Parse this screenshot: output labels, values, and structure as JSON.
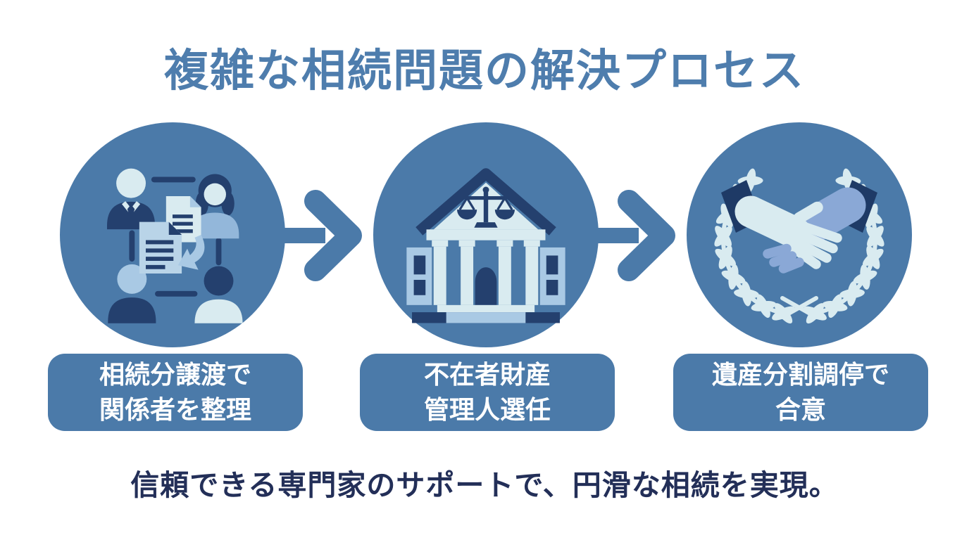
{
  "title": "複雑な相続問題の解決プロセス",
  "footer": "信頼できる専門家のサポートで、円滑な相続を実現。",
  "steps": [
    {
      "icon": "people-network-icon",
      "label": "相続分譲渡で\n関係者を整理"
    },
    {
      "icon": "courthouse-icon",
      "label": "不在者財産\n管理人選任"
    },
    {
      "icon": "handshake-laurel-icon",
      "label": "遺産分割調停で\n合意"
    }
  ],
  "colors": {
    "accent": "#4b7aa9",
    "title": "#4e7dad",
    "footer": "#232f58",
    "navy": "#24406e",
    "navy2": "#1e3a66",
    "ice": "#d9ebf0",
    "light": "#a9c9e4",
    "mid": "#8aa8d6",
    "woman": "#93b7da",
    "doc": "#b9d4e8",
    "white": "#ffffff"
  }
}
